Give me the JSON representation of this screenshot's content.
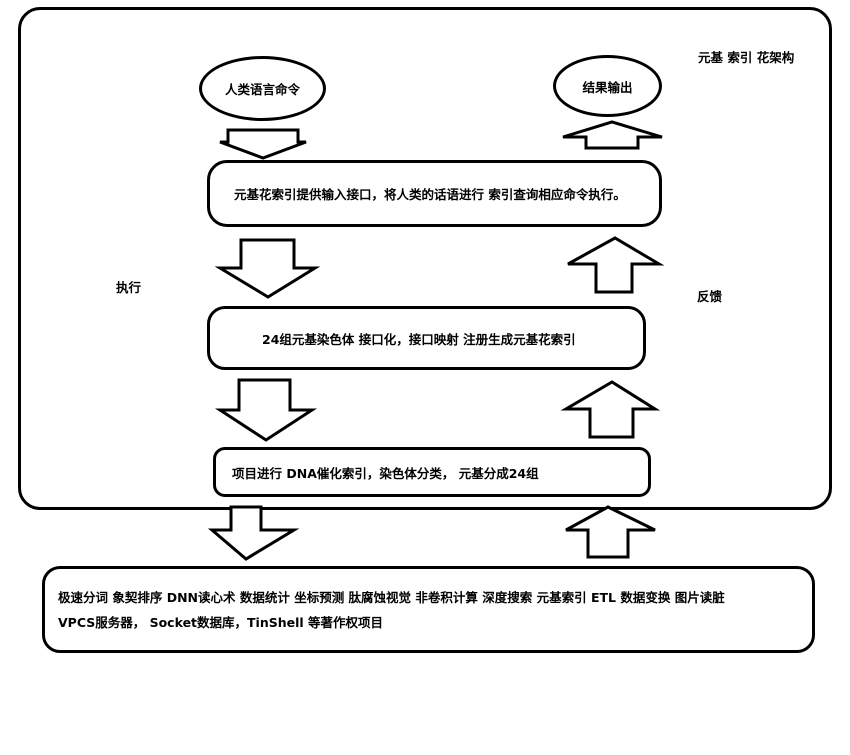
{
  "diagram": {
    "title": "元基 索引 花架构",
    "input_node": "人类语言命令",
    "output_node": "结果输出",
    "stage1": "元基花索引提供输入接口，将人类的话语进行 索引查询相应命令执行。",
    "stage2": "24组元基染色体 接口化，接口映射 注册生成元基花索引",
    "stage3": "项目进行  DNA催化索引，染色体分类，  元基分成24组",
    "left_label": "执行",
    "right_label": "反馈",
    "projects_line1": "极速分词  象契排序  DNN读心术  数据统计  坐标预测  肽腐蚀视觉  非卷积计算  深度搜索  元基索引  ETL  数据变换 图片读脏",
    "projects_line2": "VPCS服务器，  Socket数据库，TinShell 等著作权项目"
  }
}
